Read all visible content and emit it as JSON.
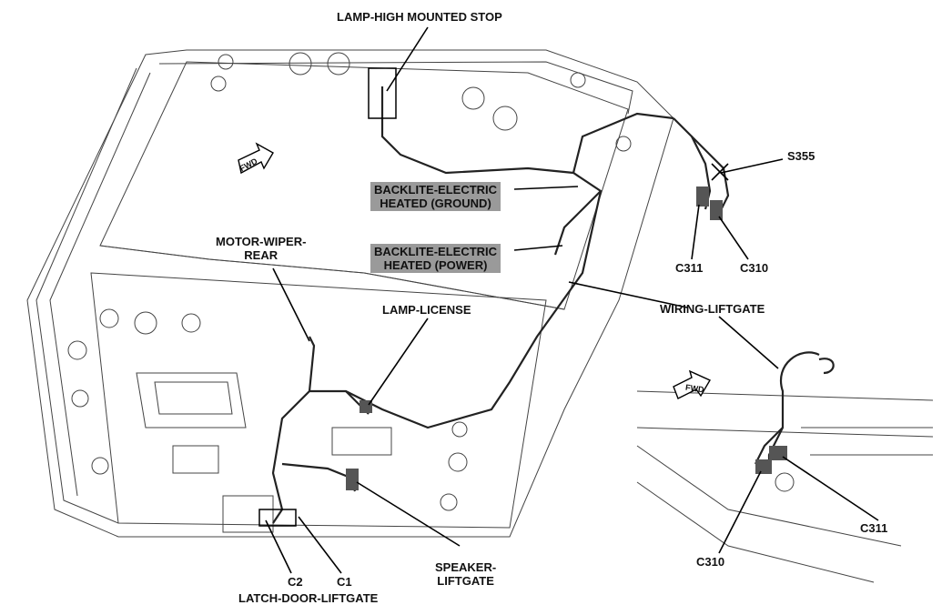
{
  "labels": {
    "lamp_high_mounted_stop": "LAMP-HIGH MOUNTED STOP",
    "s355": "S355",
    "backlite_ground_1": "BACKLITE-ELECTRIC",
    "backlite_ground_2": "HEATED (GROUND)",
    "backlite_power_1": "BACKLITE-ELECTRIC",
    "backlite_power_2": "HEATED (POWER)",
    "motor_wiper_1": "MOTOR-WIPER-",
    "motor_wiper_2": "REAR",
    "c311_top": "C311",
    "c310_top": "C310",
    "lamp_license": "LAMP-LICENSE",
    "wiring_liftgate": "WIRING-LIFTGATE",
    "fwd_main": "FWD",
    "fwd_inset": "FWD",
    "c2": "C2",
    "c1": "C1",
    "latch_door_liftgate": "LATCH-DOOR-LIFTGATE",
    "speaker_1": "SPEAKER-",
    "speaker_2": "LIFTGATE",
    "c311_inset": "C311",
    "c310_inset": "C310"
  },
  "colors": {
    "label_box": "#9a9a9a",
    "line": "#000000"
  }
}
